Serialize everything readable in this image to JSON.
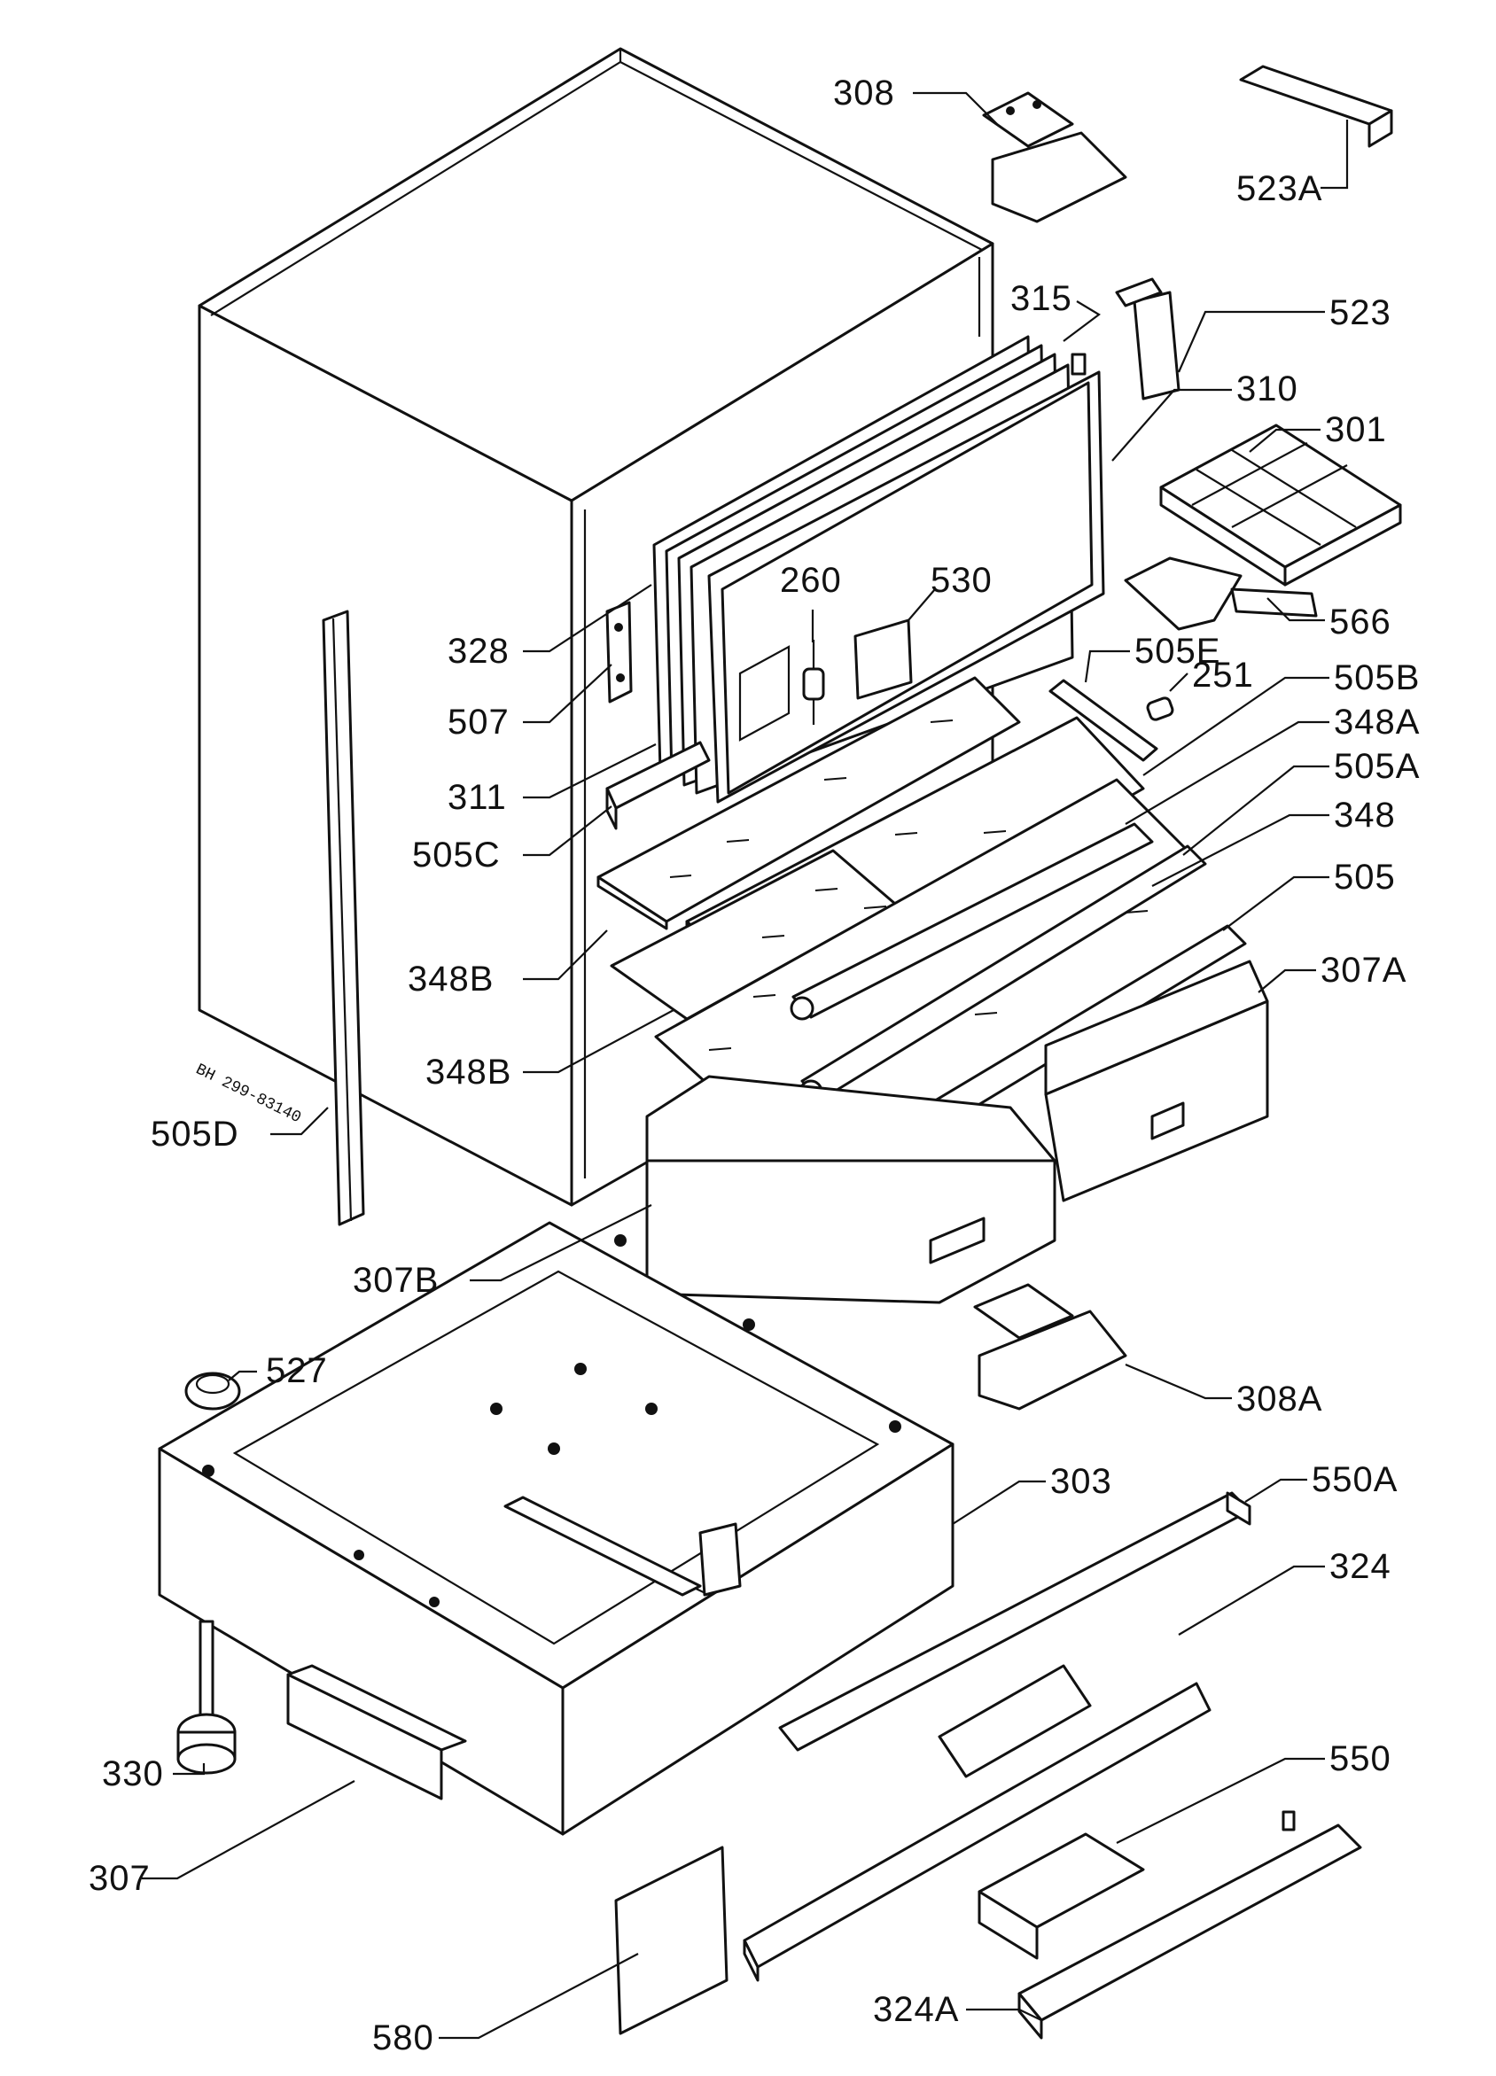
{
  "cabinet_marking": "BH 299-83140",
  "labels": {
    "p308": "308",
    "p523A": "523A",
    "p315": "315",
    "p523": "523",
    "p310": "310",
    "p301": "301",
    "p328": "328",
    "p260": "260",
    "p530": "530",
    "p566": "566",
    "p505E": "505E",
    "p251": "251",
    "p507": "507",
    "p505B": "505B",
    "p348A": "348A",
    "p311": "311",
    "p505A": "505A",
    "p505C": "505C",
    "p348": "348",
    "p505": "505",
    "p348B_top": "348B",
    "p307A": "307A",
    "p348B_bot": "348B",
    "p505D": "505D",
    "p307B": "307B",
    "p308A": "308A",
    "p527": "527",
    "p303": "303",
    "p550A": "550A",
    "p324": "324",
    "p330": "330",
    "p550": "550",
    "p307": "307",
    "p580": "580",
    "p324A": "324A"
  }
}
